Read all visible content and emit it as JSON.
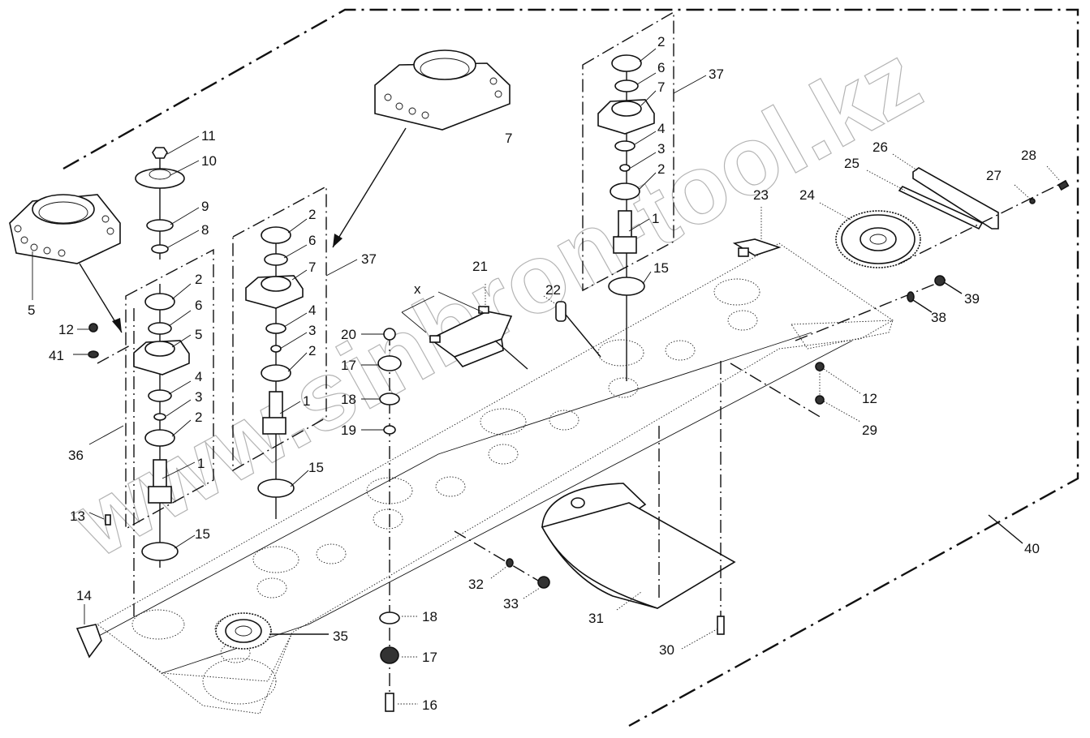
{
  "diagram": {
    "title": "Cutter bar exploded parts diagram",
    "watermark": "www.sinhron-tool.kz",
    "dimension_label": "x",
    "callouts": {
      "c1a": "1",
      "c1b": "1",
      "c1c": "1",
      "c2a": "2",
      "c2b": "2",
      "c2c": "2",
      "c2d": "2",
      "c2e": "2",
      "c2f": "2",
      "c3a": "3",
      "c3b": "3",
      "c3c": "3",
      "c4a": "4",
      "c4b": "4",
      "c4c": "4",
      "c5a": "5",
      "c5b": "5",
      "c6a": "6",
      "c6b": "6",
      "c6c": "6",
      "c7a": "7",
      "c7b": "7",
      "c7c": "7",
      "c8": "8",
      "c9": "9",
      "c10": "10",
      "c11": "11",
      "c12a": "12",
      "c12b": "12",
      "c13": "13",
      "c14": "14",
      "c15a": "15",
      "c15b": "15",
      "c15c": "15",
      "c16": "16",
      "c17a": "17",
      "c17b": "17",
      "c18a": "18",
      "c18b": "18",
      "c19": "19",
      "c20": "20",
      "c21": "21",
      "c22": "22",
      "c23": "23",
      "c24": "24",
      "c25": "25",
      "c26": "26",
      "c27": "27",
      "c28": "28",
      "c29": "29",
      "c30": "30",
      "c31": "31",
      "c32": "32",
      "c33": "33",
      "c35": "35",
      "c36": "36",
      "c37a": "37",
      "c37b": "37",
      "c38": "38",
      "c39": "39",
      "c40": "40",
      "c41": "41"
    }
  }
}
